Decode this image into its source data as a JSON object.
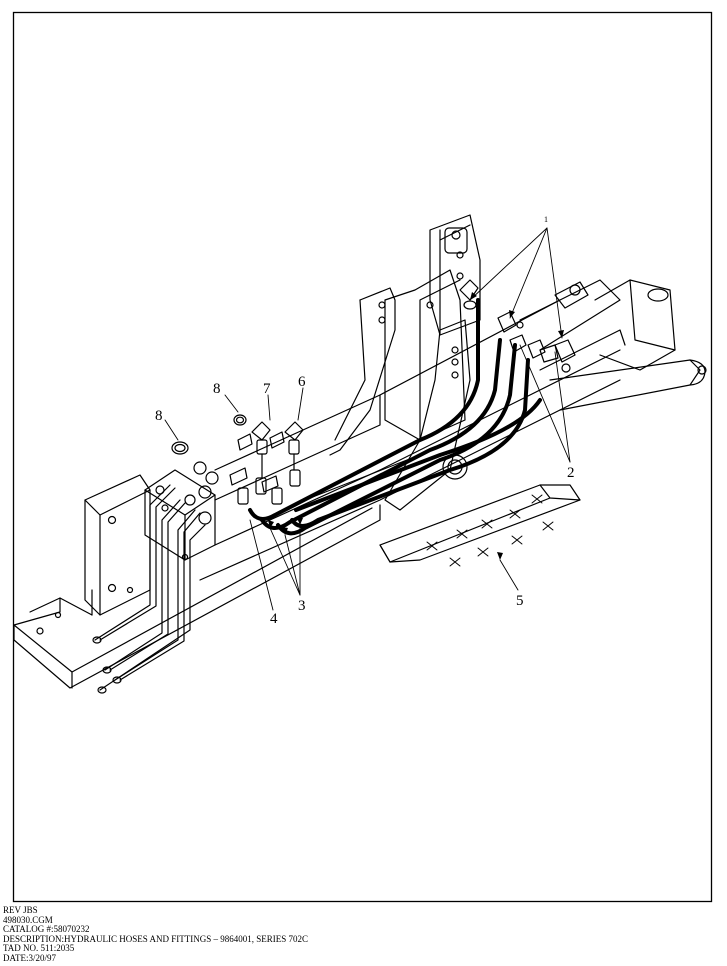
{
  "callouts": {
    "c1": "1",
    "c2": "2",
    "c3": "3",
    "c4": "4",
    "c5": "5",
    "c6": "6",
    "c7": "7",
    "c8a": "8",
    "c8b": "8"
  },
  "footer": {
    "rev": "REV JBS",
    "file": "498030.CGM",
    "catalog": "CATALOG #:58070232",
    "description": "DESCRIPTION:HYDRAULIC HOSES AND FITTINGS – 9864001, SERIES 702C",
    "tad": "TAD NO. 511:2035",
    "date": "DATE:3/20/97"
  }
}
